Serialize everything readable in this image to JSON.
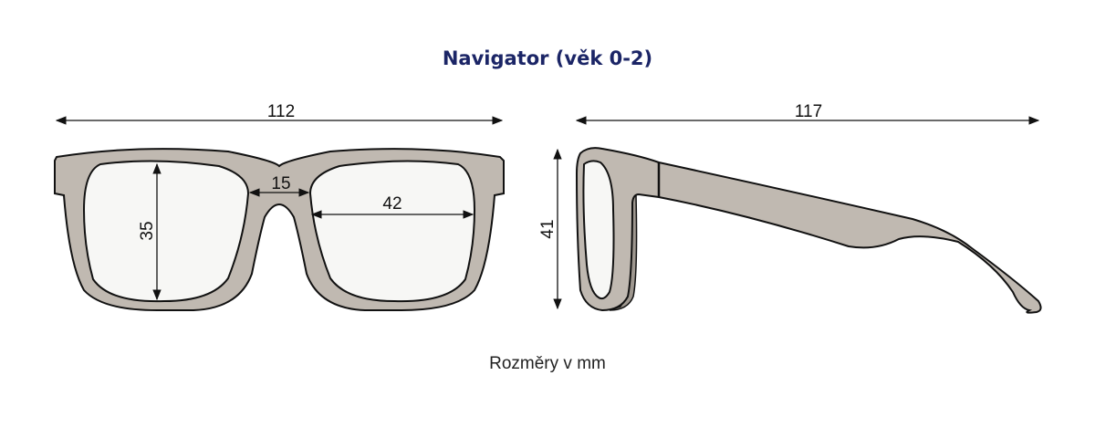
{
  "title": "Navigator (věk 0-2)",
  "caption": "Rozměry v mm",
  "colors": {
    "title": "#1b2566",
    "frame": "#c0b9b1",
    "lens": "#f7f7f5",
    "outline": "#111111"
  },
  "dimensions": {
    "total_width": "112",
    "temple_length": "117",
    "frame_height": "41",
    "lens_height": "35",
    "bridge_width": "15",
    "lens_width": "42"
  }
}
